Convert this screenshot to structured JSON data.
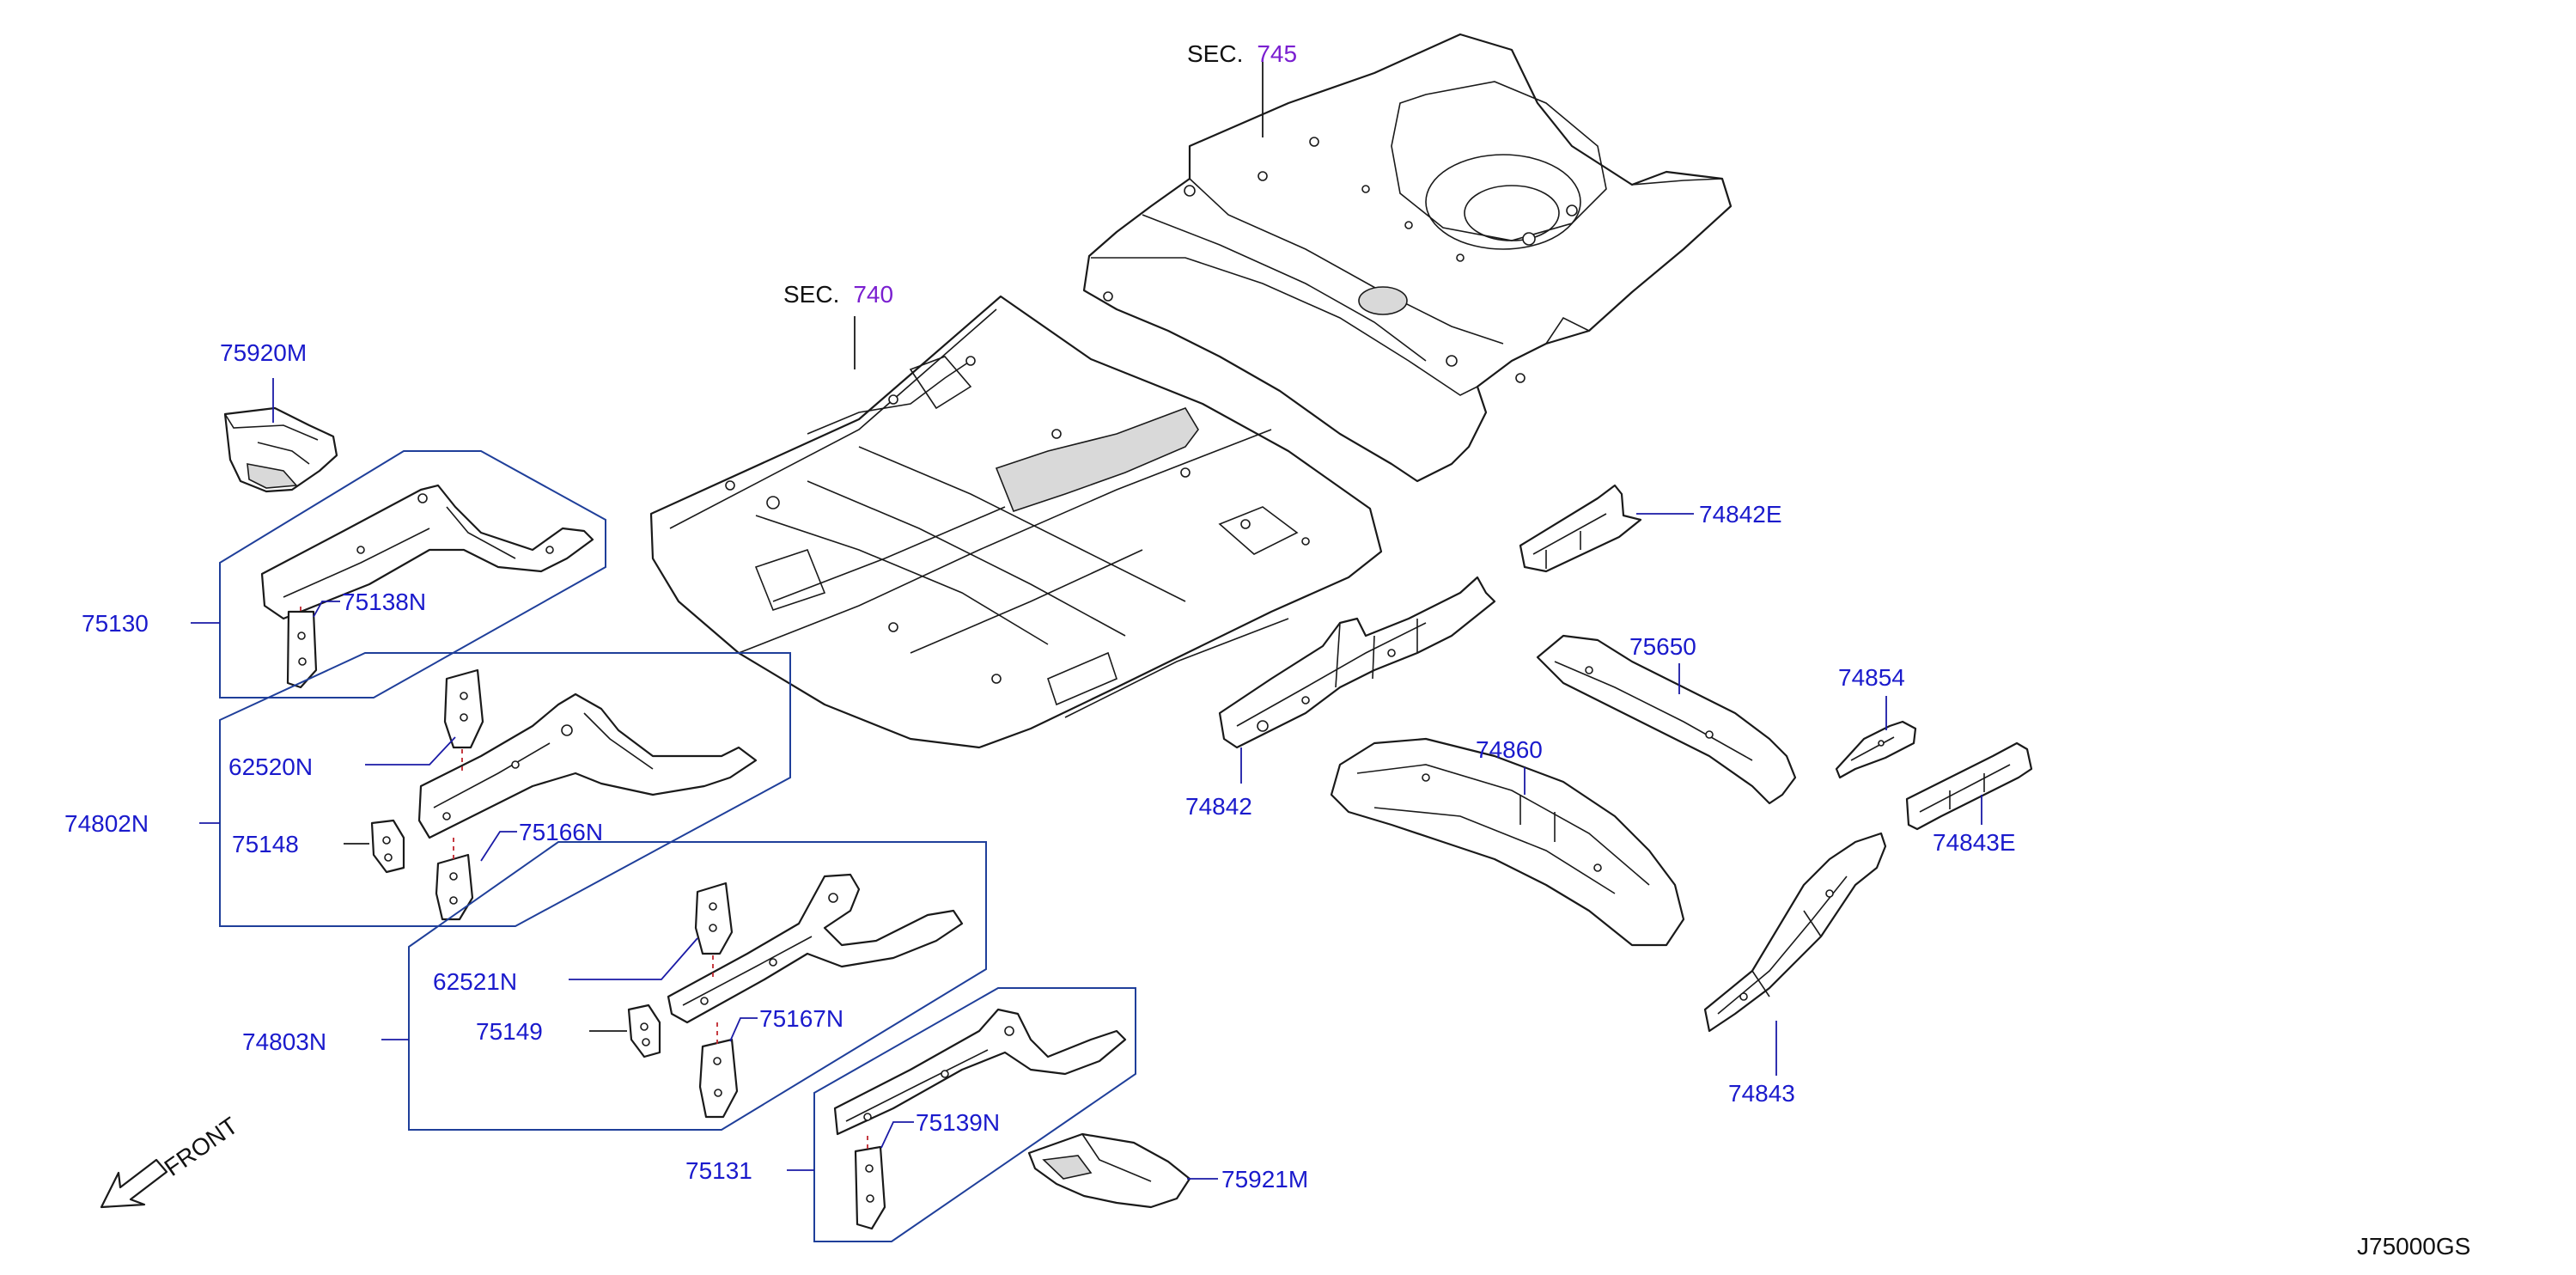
{
  "colors": {
    "part_label": "#1a1acc",
    "section_ref": "#7a1fd0",
    "group_box": "#1f3f9a",
    "alignment_dash": "#c0262e"
  },
  "sections": [
    {
      "prefix": "SEC.",
      "number": "745"
    },
    {
      "prefix": "SEC.",
      "number": "740"
    }
  ],
  "labels": {
    "p75920M": "75920M",
    "p75130": "75130",
    "p75138N": "75138N",
    "p62520N": "62520N",
    "p74802N": "74802N",
    "p75148": "75148",
    "p75166N": "75166N",
    "p62521N": "62521N",
    "p74803N": "74803N",
    "p75149": "75149",
    "p75167N": "75167N",
    "p75131": "75131",
    "p75139N": "75139N",
    "p75921M": "75921M",
    "p74842E": "74842E",
    "p75650": "75650",
    "p74854": "74854",
    "p74860": "74860",
    "p74842": "74842",
    "p74843E": "74843E",
    "p74843": "74843"
  },
  "direction_label": "FRONT",
  "direction_icon": "front-arrow-icon",
  "diagram_code": "J75000GS"
}
